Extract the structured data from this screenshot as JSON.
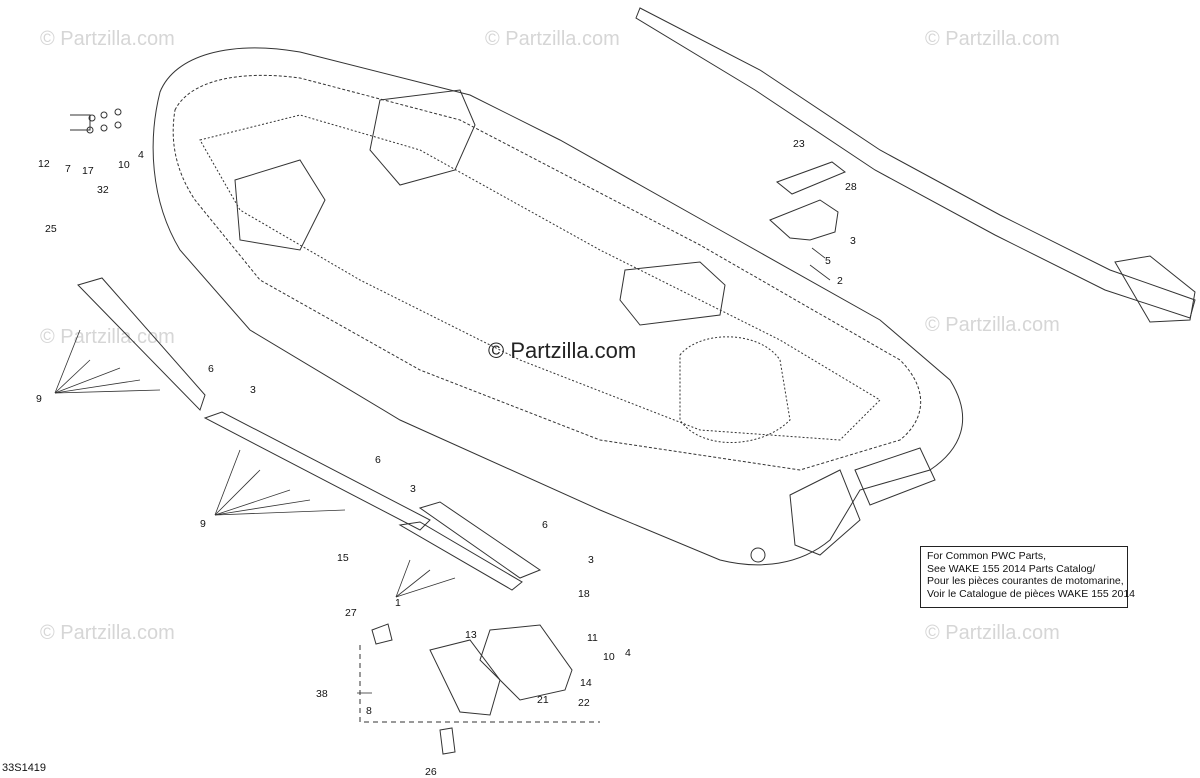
{
  "watermarks": {
    "text": "© Partzilla.com",
    "center_text": "© Partzilla.com"
  },
  "callout": {
    "lines": [
      "For Common PWC Parts,",
      "See WAKE 155 2014 Parts Catalog/",
      "Pour les pièces courantes de motomarine,",
      "Voir le Catalogue de pièces WAKE 155 2014"
    ]
  },
  "figure_ref": "33S1419",
  "labels": {
    "l12": "12",
    "l7": "7",
    "l17": "17",
    "l10a": "10",
    "l4a": "4",
    "l32": "32",
    "l25": "25",
    "l9a": "9",
    "l6a": "6",
    "l3a": "3",
    "l9b": "9",
    "l6b": "6",
    "l3b": "3",
    "l15": "15",
    "l1": "1",
    "l6c": "6",
    "l3c": "3",
    "l18": "18",
    "l23": "23",
    "l28": "28",
    "l3d": "3",
    "l5": "5",
    "l2": "2",
    "l27": "27",
    "l13": "13",
    "l11": "11",
    "l10b": "10",
    "l4b": "4",
    "l14": "14",
    "l38": "38",
    "l21": "21",
    "l22": "22",
    "l8": "8",
    "l26": "26"
  },
  "colors": {
    "line": "#333333",
    "watermark": "#d6d6d6"
  }
}
